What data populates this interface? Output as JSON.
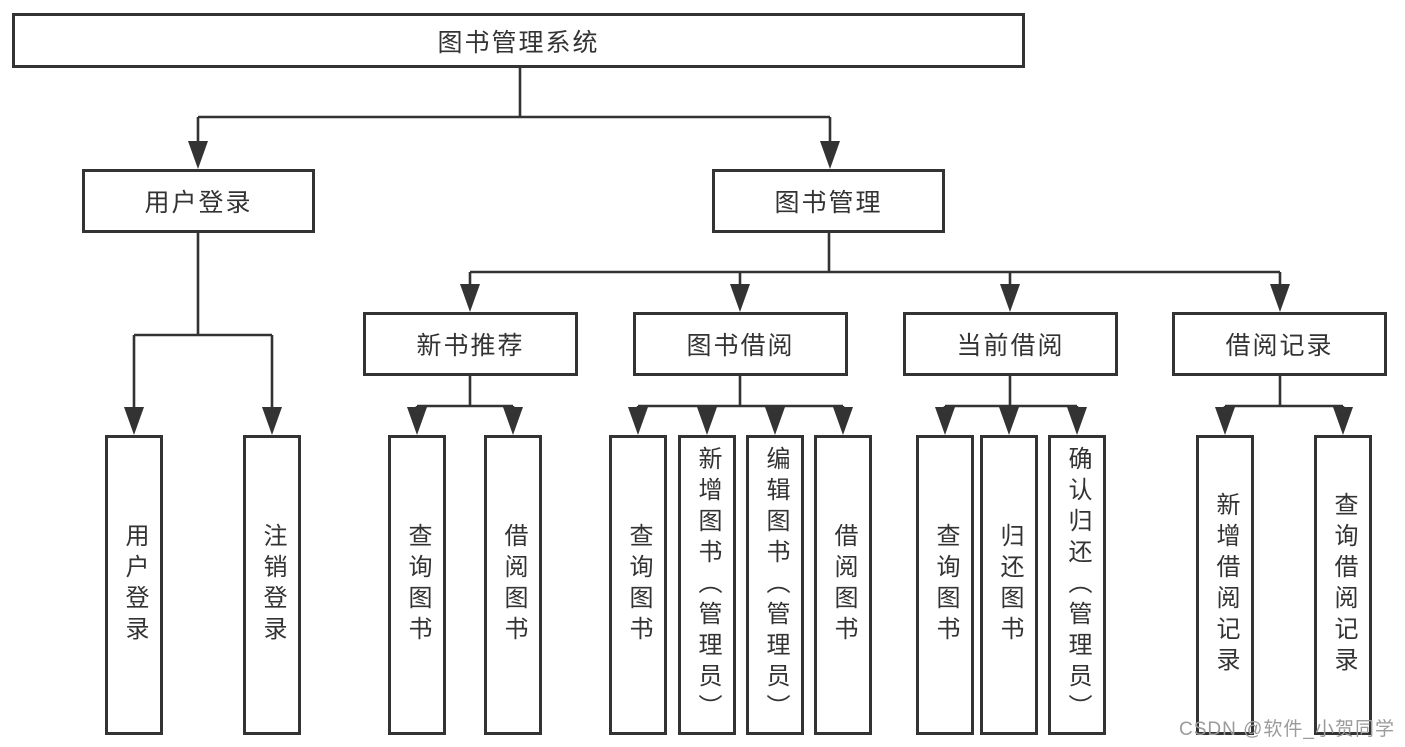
{
  "diagram": {
    "title": "图书管理系统",
    "nodes": {
      "root": "图书管理系统",
      "user_login": "用户登录",
      "book_mgmt": "图书管理",
      "new_book_rec": "新书推荐",
      "book_borrow": "图书借阅",
      "current_borrow": "当前借阅",
      "borrow_record": "借阅记录",
      "ul_user_login": "用户登录",
      "ul_logout": "注销登录",
      "nb_query_book": "查询图书",
      "nb_borrow_book": "借阅图书",
      "bb_query_book": "查询图书",
      "bb_add_book": "新增图书（管理员）",
      "bb_edit_book": "编辑图书（管理员）",
      "bb_borrow_book": "借阅图书",
      "cb_query_book": "查询图书",
      "cb_return_book": "归还图书",
      "cb_confirm_return": "确认归还（管理员）",
      "br_add_record": "新增借阅记录",
      "br_query_record": "查询借阅记录"
    },
    "edges": [
      [
        "root",
        "user_login"
      ],
      [
        "root",
        "book_mgmt"
      ],
      [
        "user_login",
        "ul_user_login"
      ],
      [
        "user_login",
        "ul_logout"
      ],
      [
        "book_mgmt",
        "new_book_rec"
      ],
      [
        "book_mgmt",
        "book_borrow"
      ],
      [
        "book_mgmt",
        "current_borrow"
      ],
      [
        "book_mgmt",
        "borrow_record"
      ],
      [
        "new_book_rec",
        "nb_query_book"
      ],
      [
        "new_book_rec",
        "nb_borrow_book"
      ],
      [
        "book_borrow",
        "bb_query_book"
      ],
      [
        "book_borrow",
        "bb_add_book"
      ],
      [
        "book_borrow",
        "bb_edit_book"
      ],
      [
        "book_borrow",
        "bb_borrow_book"
      ],
      [
        "current_borrow",
        "cb_query_book"
      ],
      [
        "current_borrow",
        "cb_return_book"
      ],
      [
        "current_borrow",
        "cb_confirm_return"
      ],
      [
        "borrow_record",
        "br_add_record"
      ],
      [
        "borrow_record",
        "br_query_record"
      ]
    ]
  },
  "watermark": "CSDN @软件_小贺同学",
  "colors": {
    "line": "#333333",
    "box_border": "#333333",
    "text": "#333333",
    "watermark": "#9b9b9b",
    "background": "#ffffff"
  }
}
